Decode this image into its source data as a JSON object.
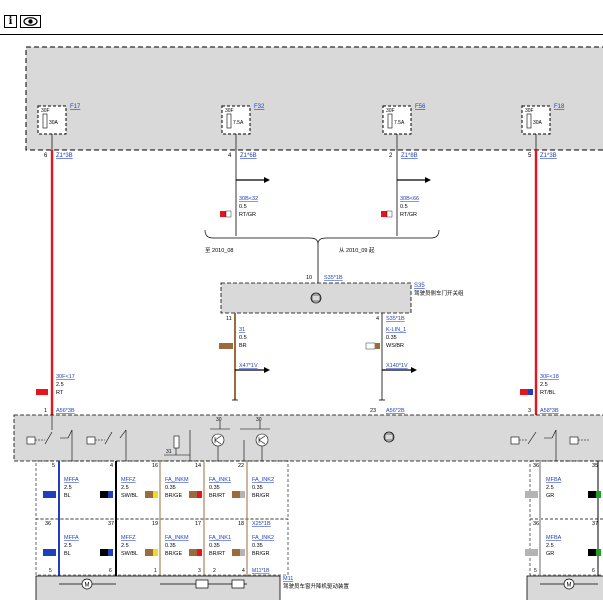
{
  "toolbar": {
    "info_label": "i"
  },
  "colors": {
    "box_fill": "#d9d9d9",
    "red": "#e8141b",
    "brown": "#9c6b3c",
    "blue": "#1f3fbf",
    "gray": "#b4b4b4",
    "green": "#19a31f",
    "yellow": "#f0dc1e",
    "link": "#1f3fbf"
  },
  "fuses": [
    {
      "top": "30F",
      "rating": "30A",
      "id": "F17",
      "pin": "6",
      "conn": "Z1*3B"
    },
    {
      "top": "30F",
      "rating": "7.5A",
      "id": "F32",
      "pin": "4",
      "conn": "Z1*6B"
    },
    {
      "top": "30F",
      "rating": "7.5A",
      "id": "F56",
      "pin": "2",
      "conn": "Z1*8B"
    },
    {
      "top": "30F",
      "rating": "30A",
      "id": "F18",
      "pin": "5",
      "conn": "Z1*3B"
    }
  ],
  "branches": [
    {
      "id": "30B<32",
      "size": "0.5",
      "color": "RT/GR"
    },
    {
      "id": "30B<66",
      "size": "0.5",
      "color": "RT/GR"
    }
  ],
  "variants": {
    "left": "至 2010_08",
    "right": "从 2010_09 起"
  },
  "switch_module": {
    "id": "S35",
    "desc": "驾驶员侧车门开关组",
    "top_pin": "10",
    "top_conn": "S35*1B",
    "pin_left": "11",
    "pin_right": "4",
    "right_conn": "S35*1B"
  },
  "s35_wires": {
    "left": {
      "id": "31",
      "size": "0.5",
      "color": "BR",
      "conn": "X47*1V"
    },
    "right": {
      "id": "K-LIN_1",
      "size": "0.35",
      "color": "WS/BR",
      "conn": "X140*1V"
    }
  },
  "bottom_pins": {
    "left": "1",
    "left_conn": "A56*3B",
    "mid_left": "23",
    "mid_conn": "A56*2B",
    "right": "3",
    "right_conn": "A58*3B"
  },
  "wires_30f": [
    {
      "id": "30F<17",
      "size": "2.5",
      "color": "RT"
    },
    {
      "id": "30F<18",
      "size": "2.5",
      "color": "RT/BL"
    }
  ],
  "module": {
    "pin_30a": "30",
    "pin_30b": "30",
    "pin_31": "31"
  },
  "row1_left": [
    {
      "pin": "5",
      "id": "MFFA",
      "size": "2.5",
      "color": "BL"
    },
    {
      "pin": "4",
      "id": "MFFZ",
      "size": "2.5",
      "color": "SW/BL"
    },
    {
      "pin": "16",
      "id": "FA_INKM",
      "size": "0.35",
      "color": "BR/GE"
    },
    {
      "pin": "14",
      "id": "FA_INK1",
      "size": "0.35",
      "color": "BR/RT"
    },
    {
      "pin": "22",
      "id": "FA_INK2",
      "size": "0.35",
      "color": "BR/GR"
    }
  ],
  "row1_right": [
    {
      "pin": "36",
      "pin2": "35",
      "id": "MFBA",
      "size": "2.5",
      "color": "GR"
    }
  ],
  "row2_left": [
    {
      "pin": "36",
      "id": "MFFA",
      "size": "2.5",
      "color": "BL"
    },
    {
      "pin": "37",
      "id": "MFFZ",
      "size": "2.5",
      "color": "SW/BL"
    },
    {
      "pin": "19",
      "id": "FA_INKM",
      "size": "0.35",
      "color": "BR/GE"
    },
    {
      "pin": "17",
      "id": "FA_INK1",
      "size": "0.35",
      "color": "BR/RT"
    },
    {
      "pin": "18",
      "id": "X25*1B",
      "size": "0.35",
      "color": "BR/GR",
      "id2": "FA_INK2"
    }
  ],
  "row2_right": [
    {
      "pin": "36",
      "pin2": "37",
      "id": "MFBA",
      "size": "2.5",
      "color": "GR"
    }
  ],
  "motor_left": {
    "pins": [
      "5",
      "6",
      "1",
      "3",
      "2",
      "4"
    ],
    "conn": "M11*1B",
    "id": "M11",
    "desc": "驾驶员车窗升降机驱动装置"
  },
  "motor_right": {
    "pins": [
      "5",
      "6"
    ]
  }
}
